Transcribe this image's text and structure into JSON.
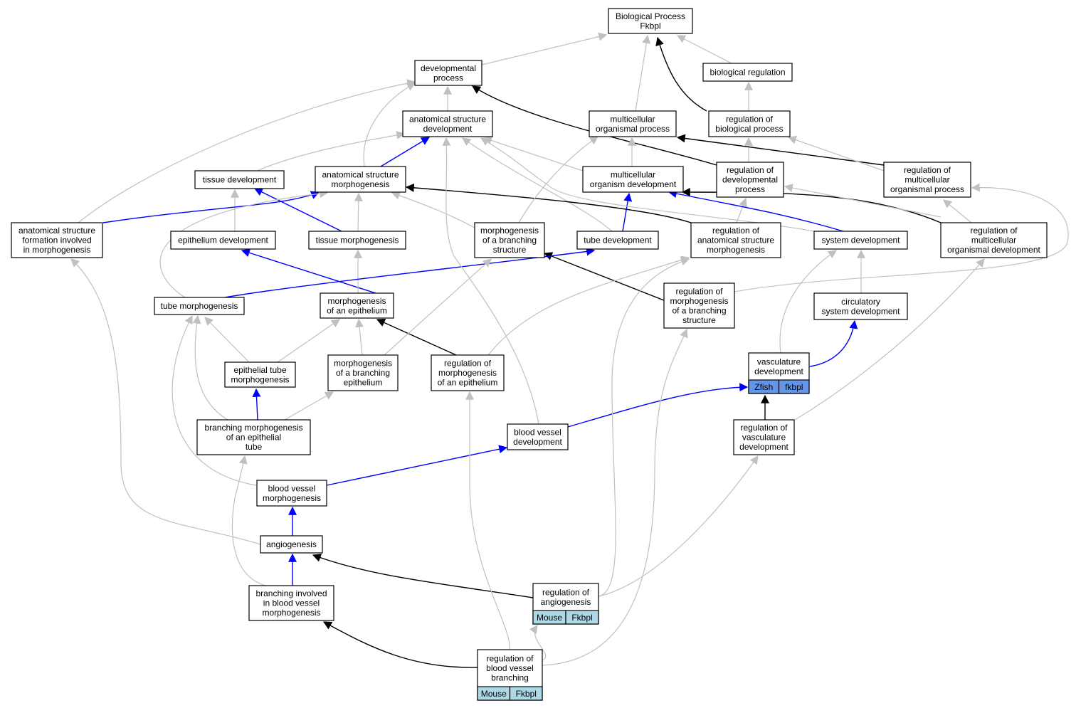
{
  "colors": {
    "gray": "#c0c0c0",
    "black": "#000000",
    "blue": "#0000ff",
    "zfish_fill": "#6495ed",
    "mouse_fill": "#add8e6"
  },
  "nodes": {
    "bp": {
      "lines": [
        "Biological Process",
        "Fkbpl"
      ]
    },
    "dev": {
      "lines": [
        "developmental",
        "process"
      ]
    },
    "bioreg": {
      "lines": [
        "biological regulation"
      ]
    },
    "asd": {
      "lines": [
        "anatomical structure",
        "development"
      ]
    },
    "mop": {
      "lines": [
        "multicellular",
        "organismal process"
      ]
    },
    "rbp": {
      "lines": [
        "regulation of",
        "biological process"
      ]
    },
    "tissue_dev": {
      "lines": [
        "tissue development"
      ]
    },
    "asm": {
      "lines": [
        "anatomical structure",
        "morphogenesis"
      ]
    },
    "mod": {
      "lines": [
        "multicellular",
        "organism development"
      ]
    },
    "rdp": {
      "lines": [
        "regulation of",
        "developmental",
        "process"
      ]
    },
    "rmop": {
      "lines": [
        "regulation of",
        "multicellular",
        "organismal process"
      ]
    },
    "asf": {
      "lines": [
        "anatomical structure",
        "formation involved",
        "in morphogenesis"
      ]
    },
    "epi_dev": {
      "lines": [
        "epithelium development"
      ]
    },
    "tissue_morph": {
      "lines": [
        "tissue morphogenesis"
      ]
    },
    "mbs": {
      "lines": [
        "morphogenesis",
        "of a branching",
        "structure"
      ]
    },
    "tube_dev": {
      "lines": [
        "tube development"
      ]
    },
    "rasm": {
      "lines": [
        "regulation of",
        "anatomical structure",
        "morphogenesis"
      ]
    },
    "sys_dev": {
      "lines": [
        "system development"
      ]
    },
    "rmod": {
      "lines": [
        "regulation of",
        "multicellular",
        "organismal development"
      ]
    },
    "tube_morph": {
      "lines": [
        "tube morphogenesis"
      ]
    },
    "moe": {
      "lines": [
        "morphogenesis",
        "of an epithelium"
      ]
    },
    "rmbs": {
      "lines": [
        "regulation of",
        "morphogenesis",
        "of a branching",
        "structure"
      ]
    },
    "csd": {
      "lines": [
        "circulatory",
        "system development"
      ]
    },
    "etm": {
      "lines": [
        "epithelial tube",
        "morphogenesis"
      ]
    },
    "mbe": {
      "lines": [
        "morphogenesis",
        "of a branching",
        "epithelium"
      ]
    },
    "rme": {
      "lines": [
        "regulation of",
        "morphogenesis",
        "of an epithelium"
      ]
    },
    "vasc_dev": {
      "lines": [
        "vasculature",
        "development"
      ],
      "cells": [
        "Zfish",
        "fkbpl"
      ]
    },
    "bmet": {
      "lines": [
        "branching morphogenesis",
        "of an epithelial",
        "tube"
      ]
    },
    "bvd": {
      "lines": [
        "blood vessel",
        "development"
      ]
    },
    "rvd": {
      "lines": [
        "regulation of",
        "vasculature",
        "development"
      ]
    },
    "bvm": {
      "lines": [
        "blood vessel",
        "morphogenesis"
      ]
    },
    "angio": {
      "lines": [
        "angiogenesis"
      ]
    },
    "ra": {
      "lines": [
        "regulation of",
        "angiogenesis"
      ],
      "cells": [
        "Mouse",
        "Fkbpl"
      ]
    },
    "bib": {
      "lines": [
        "branching involved",
        "in blood vessel",
        "morphogenesis"
      ]
    },
    "rbvb": {
      "lines": [
        "regulation of",
        "blood vessel",
        "branching"
      ],
      "cells": [
        "Mouse",
        "Fkbpl"
      ]
    }
  }
}
